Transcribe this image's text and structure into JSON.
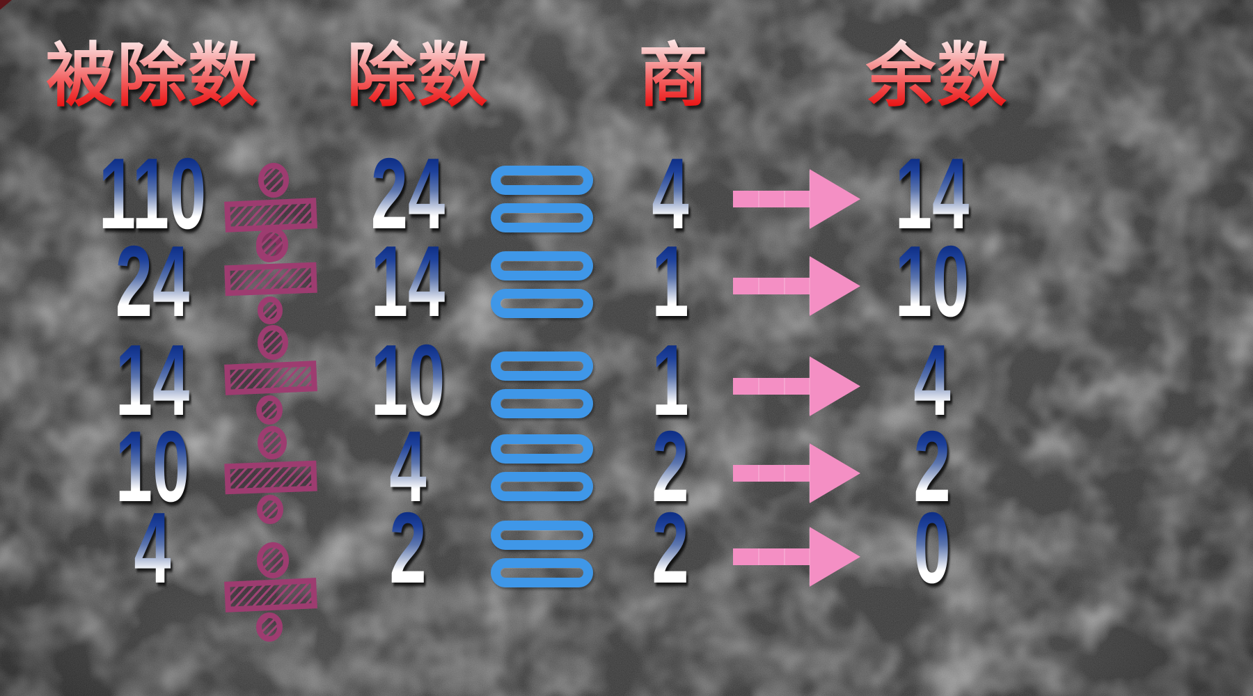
{
  "table": {
    "headers": {
      "dividend": "被除数",
      "divisor": "除数",
      "quotient": "商",
      "remainder": "余数"
    },
    "rows": [
      {
        "dividend": "110",
        "divisor": "24",
        "quotient": "4",
        "remainder": "14"
      },
      {
        "dividend": "24",
        "divisor": "14",
        "quotient": "1",
        "remainder": "10"
      },
      {
        "dividend": "14",
        "divisor": "10",
        "quotient": "1",
        "remainder": "4"
      },
      {
        "dividend": "10",
        "divisor": "4",
        "quotient": "2",
        "remainder": "2"
      },
      {
        "dividend": "4",
        "divisor": "2",
        "quotient": "2",
        "remainder": "0"
      }
    ],
    "operators": {
      "division_symbol": "÷ (hand-drawn hatched divide sign)",
      "equals_symbol": "= (two hand-drawn pill outlines)",
      "result_symbol": "→ (pink right arrow)"
    }
  },
  "colors": {
    "background": "#262626",
    "header_gradient_top": "#fdf1f1",
    "header_gradient_bottom": "#e60d0d",
    "number_gradient_top": "#0a2a80",
    "number_gradient_bottom": "#ffffff",
    "divide_symbol": "#9d3c70",
    "equals_symbol": "#3f97e8",
    "arrow": "#f48fc4"
  }
}
